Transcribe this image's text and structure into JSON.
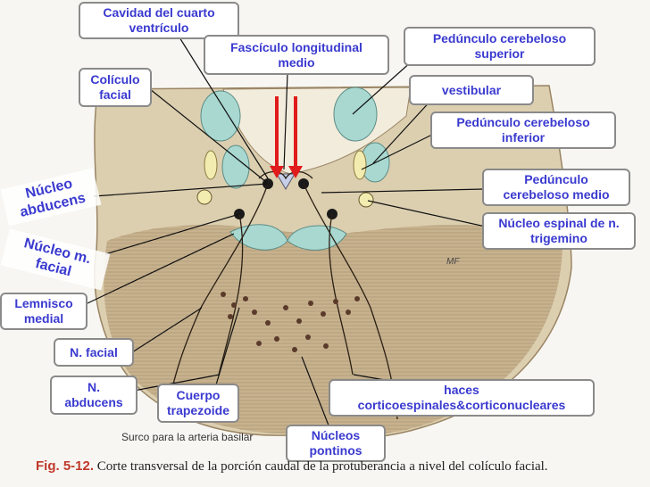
{
  "labels": {
    "cavidad": "Cavidad del cuarto\nventrículo",
    "fasciculo": "Fascículo longitudinal\nmedio",
    "ped_superior": "Pedúnculo cerebeloso\nsuperior",
    "coliculo": "Colículo\nfacial",
    "vestibular": "vestibular",
    "ped_inferior": "Pedúnculo cerebeloso\ninferior",
    "ped_medio": "Pedúnculo\ncerebeloso medio",
    "nucleo_abducens": "Núcleo\nabducens",
    "nucleo_espinal": "Núcleo espinal de n.\ntrigemino",
    "nucleo_facial": "Núcleo m.\nfacial",
    "lemnisco": "Lemnisco\nmedial",
    "n_facial": "N. facial",
    "n_abducens": "N.\nabducens",
    "cuerpo_trapezoide": "Cuerpo\ntrapezoide",
    "haces": "haces\ncorticoespinales&corticonucleares",
    "nucleos_pontinos": "Núcleos\npontinos"
  },
  "figure_text": {
    "surco": "Surco para la arteria basilar",
    "fig_number": "Fig. 5-12.",
    "caption": "Corte transversal de la porción caudal de la protuberancia a nivel del colículo facial.",
    "initials": "MF"
  },
  "colors": {
    "label_text": "#3a3ad0",
    "label_border": "#8a8a8a",
    "tissue": "#d8c9a8",
    "tissue_dark": "#b89f7c",
    "nucleus_blue": "#a8d8d0",
    "nucleus_yellow": "#f3ecb0",
    "arrow_red": "#e01b1b",
    "leader": "#111111"
  }
}
